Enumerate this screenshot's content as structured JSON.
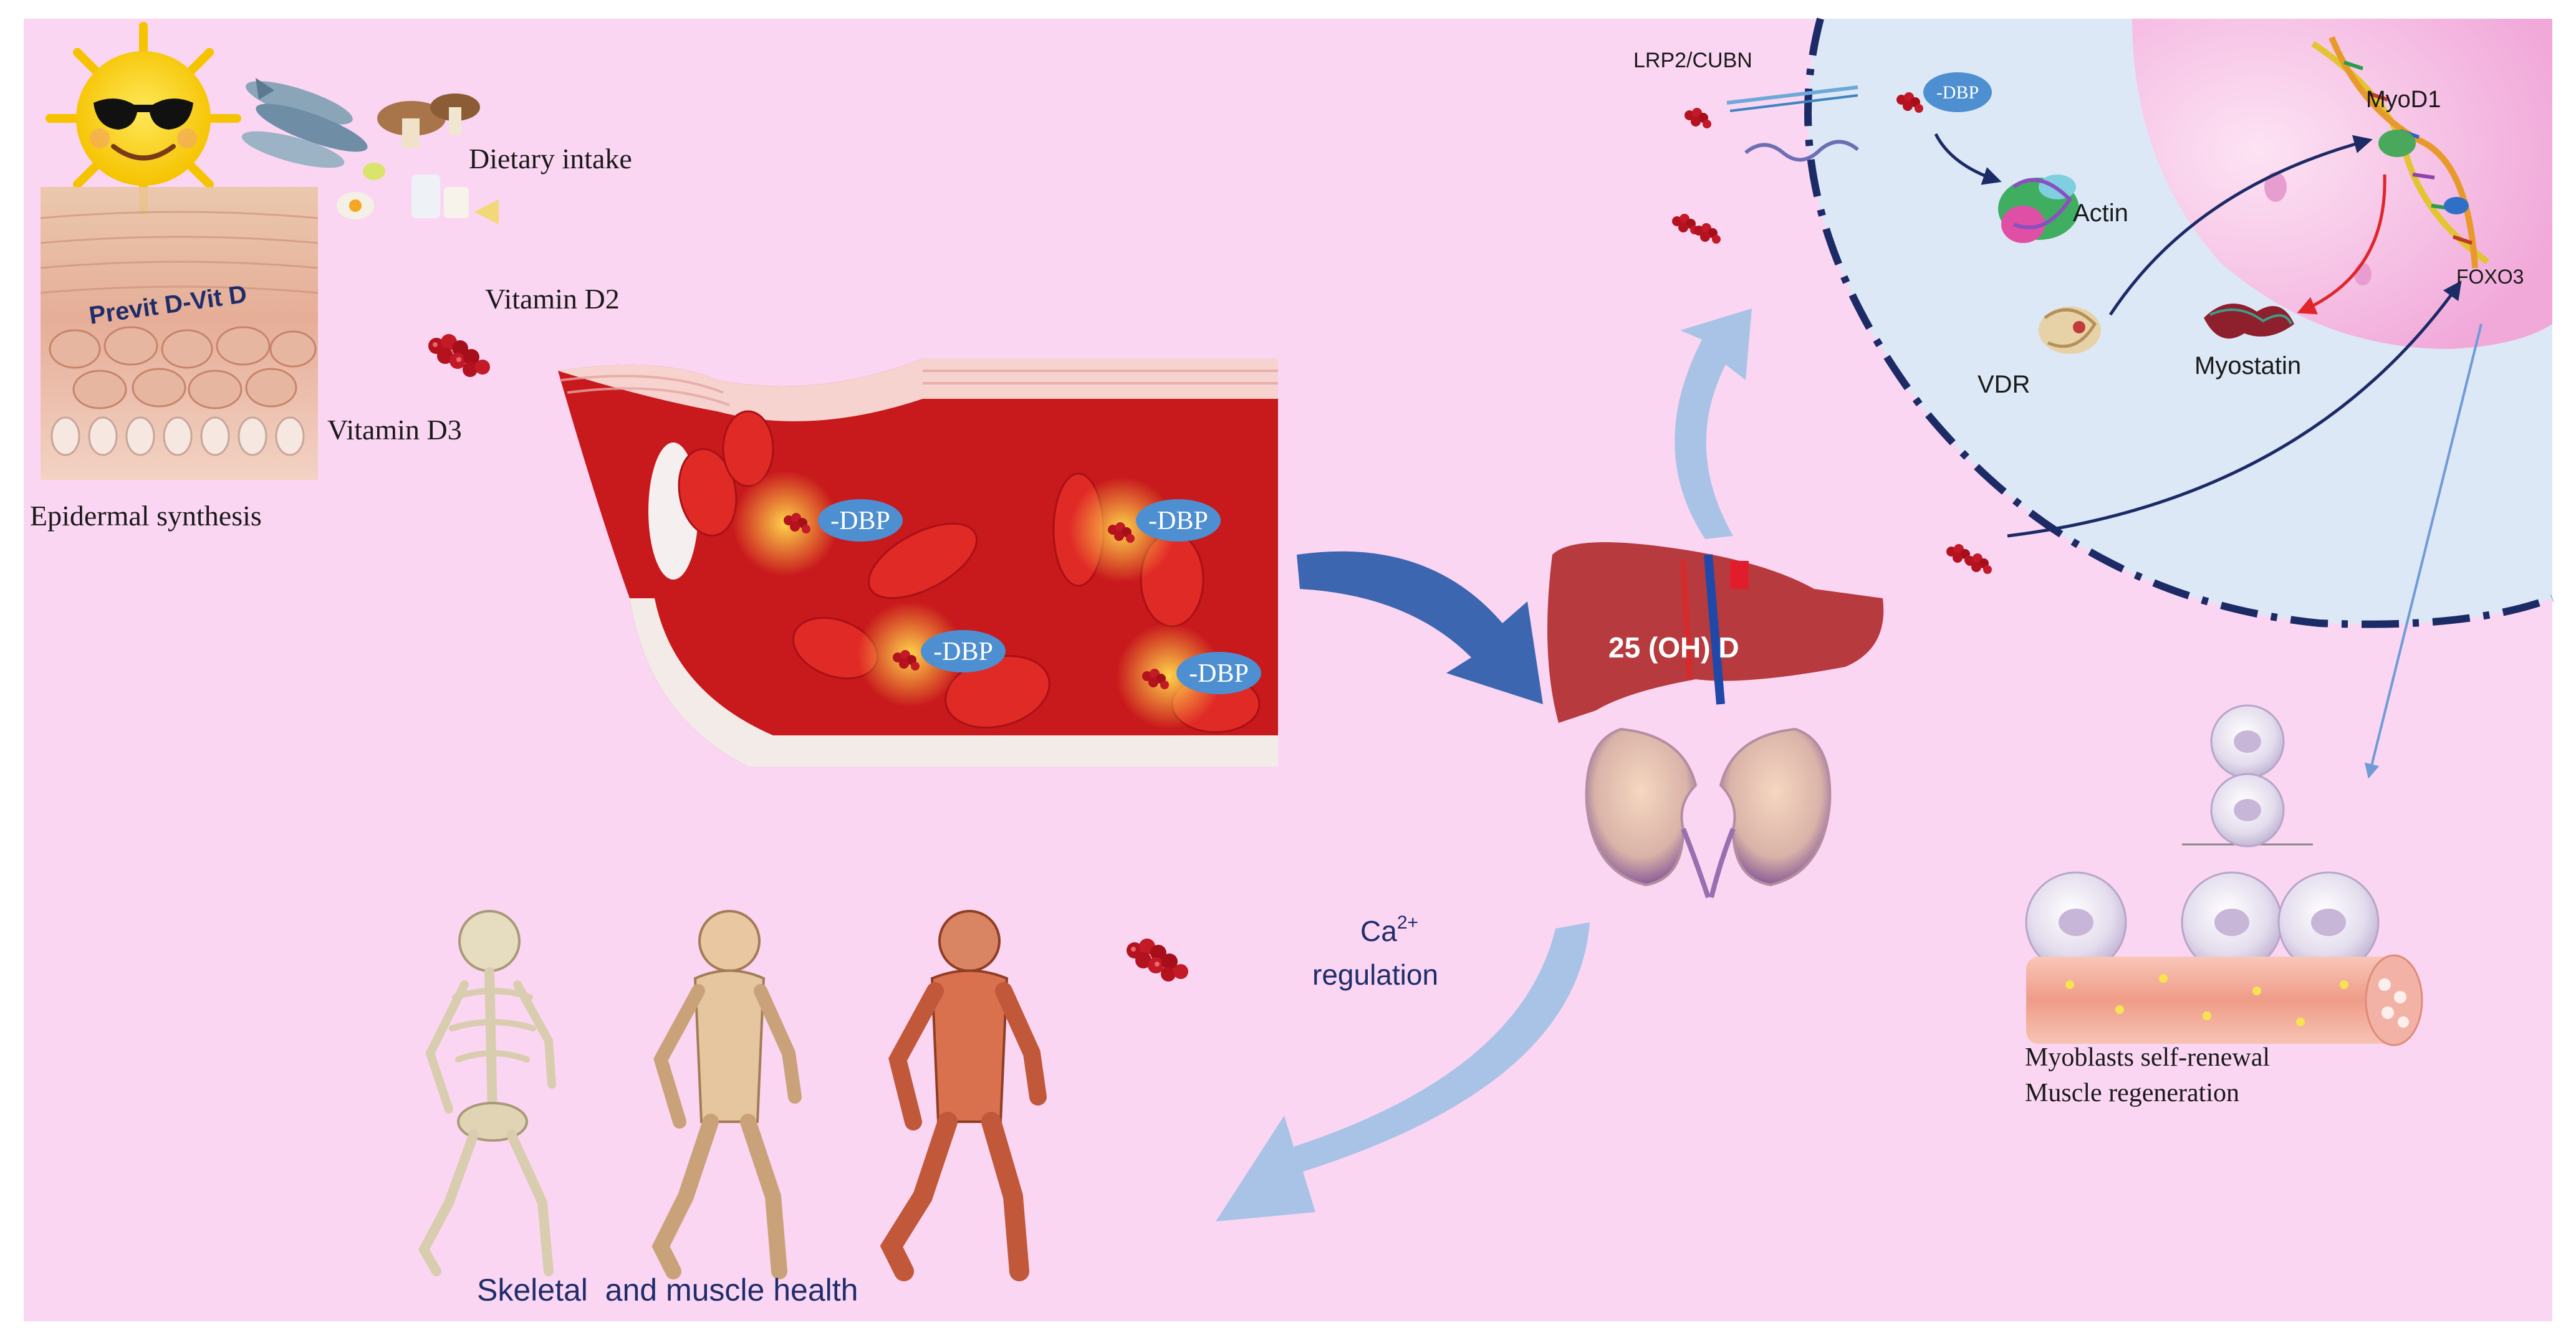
{
  "background": "#fbd6f3",
  "labels": {
    "dietary_intake": "Dietary intake",
    "previt": "Previt D-Vit D",
    "vitamin_d2": "Vitamin D2",
    "vitamin_d3": "Vitamin D3",
    "epidermal_synthesis": "Epidermal synthesis",
    "dbp": "-DBP",
    "liver_metabolite": "25 (OH) D",
    "ca_regulation_prefix": "Ca",
    "ca_regulation_sup": "2+",
    "ca_regulation_word": "regulation",
    "skeletal_muscle_health": "Skeletal  and muscle health",
    "lrp2_cubn": "LRP2/CUBN",
    "actin": "Actin",
    "vdr": "VDR",
    "myostatin": "Myostatin",
    "myod1": "MyoD1",
    "foxo3": "FOXO3",
    "myoblasts_line1": "Myoblasts self-renewal",
    "myoblasts_line2": "Muscle regeneration"
  },
  "colors": {
    "dbp_blob": "#4d8fd0",
    "vitamin_molecule": "#b3121e",
    "arrow_big": "#3d66b0",
    "arrow_light": "#a9c3e6",
    "cell_fill": "#dde8f7",
    "nucleus_fill": "#f3b3e0",
    "activation_arrow": "#1c2a66",
    "inhibition_arrow": "#e0262a",
    "liver": "#b73a3e"
  }
}
